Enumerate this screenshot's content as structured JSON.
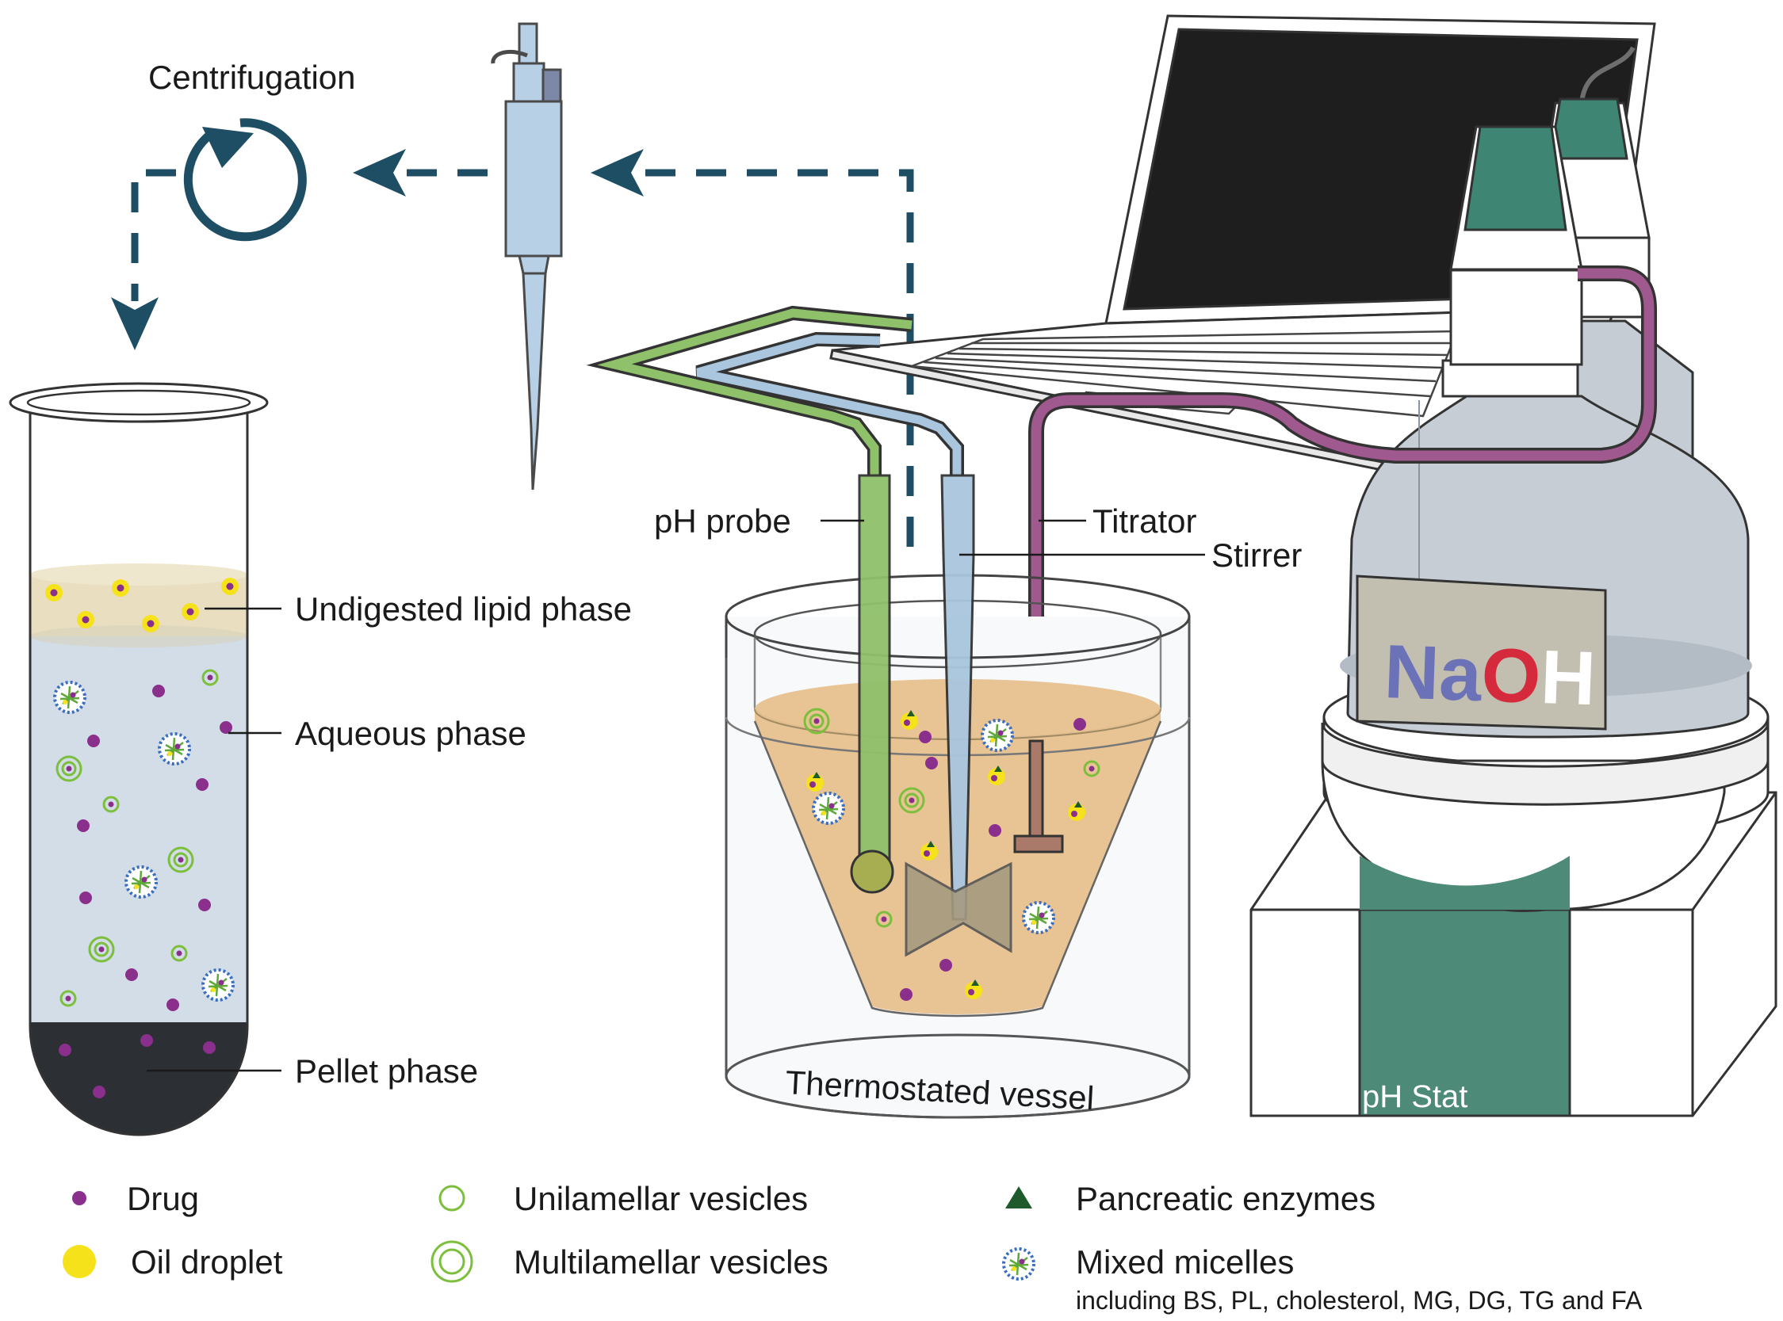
{
  "labels": {
    "centrifugation": "Centrifugation",
    "undigested_lipid_phase": "Undigested lipid phase",
    "aqueous_phase": "Aqueous phase",
    "pellet_phase": "Pellet phase",
    "ph_probe": "pH probe",
    "titrator": "Titrator",
    "stirrer": "Stirrer",
    "thermostated_vessel": "Thermostated vessel",
    "naoh_na": "Na",
    "naoh_o": "O",
    "naoh_h": "H",
    "ph_stat": "pH Stat"
  },
  "legend": {
    "drug": "Drug",
    "oil_droplet": "Oil droplet",
    "unilamellar_vesicles": "Unilamellar vesicles",
    "multilamellar_vesicles": "Multilamellar vesicles",
    "pancreatic_enzymes": "Pancreatic enzymes",
    "mixed_micelles": "Mixed micelles",
    "mixed_micelles_detail": "including BS, PL, cholesterol, MG, DG, TG and FA"
  },
  "colors": {
    "arrow": "#1d4e63",
    "drug": "#8b2f8c",
    "oil_droplet": "#f5e21a",
    "vesicle": "#7cbf3c",
    "enzyme": "#1e5a2c",
    "micelle": "#3a6fc0",
    "aqueous": "#d3dde8",
    "lipid": "#e9dfc0",
    "pellet": "#2c2f33",
    "medium": "#e7c08e",
    "ph_probe": "#8fc06a",
    "stirrer_tube": "#a9c6de",
    "titrator_tube": "#a0598e",
    "ph_stat": "#4e8a78",
    "naoh_na": "#6c72b8",
    "naoh_o": "#d42a3c",
    "naoh_h": "#ffffff"
  },
  "icons": [
    "centrifugation-cycle-icon",
    "pipette-icon",
    "laptop-icon",
    "naoh-bottle-icon",
    "test-tube-icon",
    "beaker-icon"
  ]
}
